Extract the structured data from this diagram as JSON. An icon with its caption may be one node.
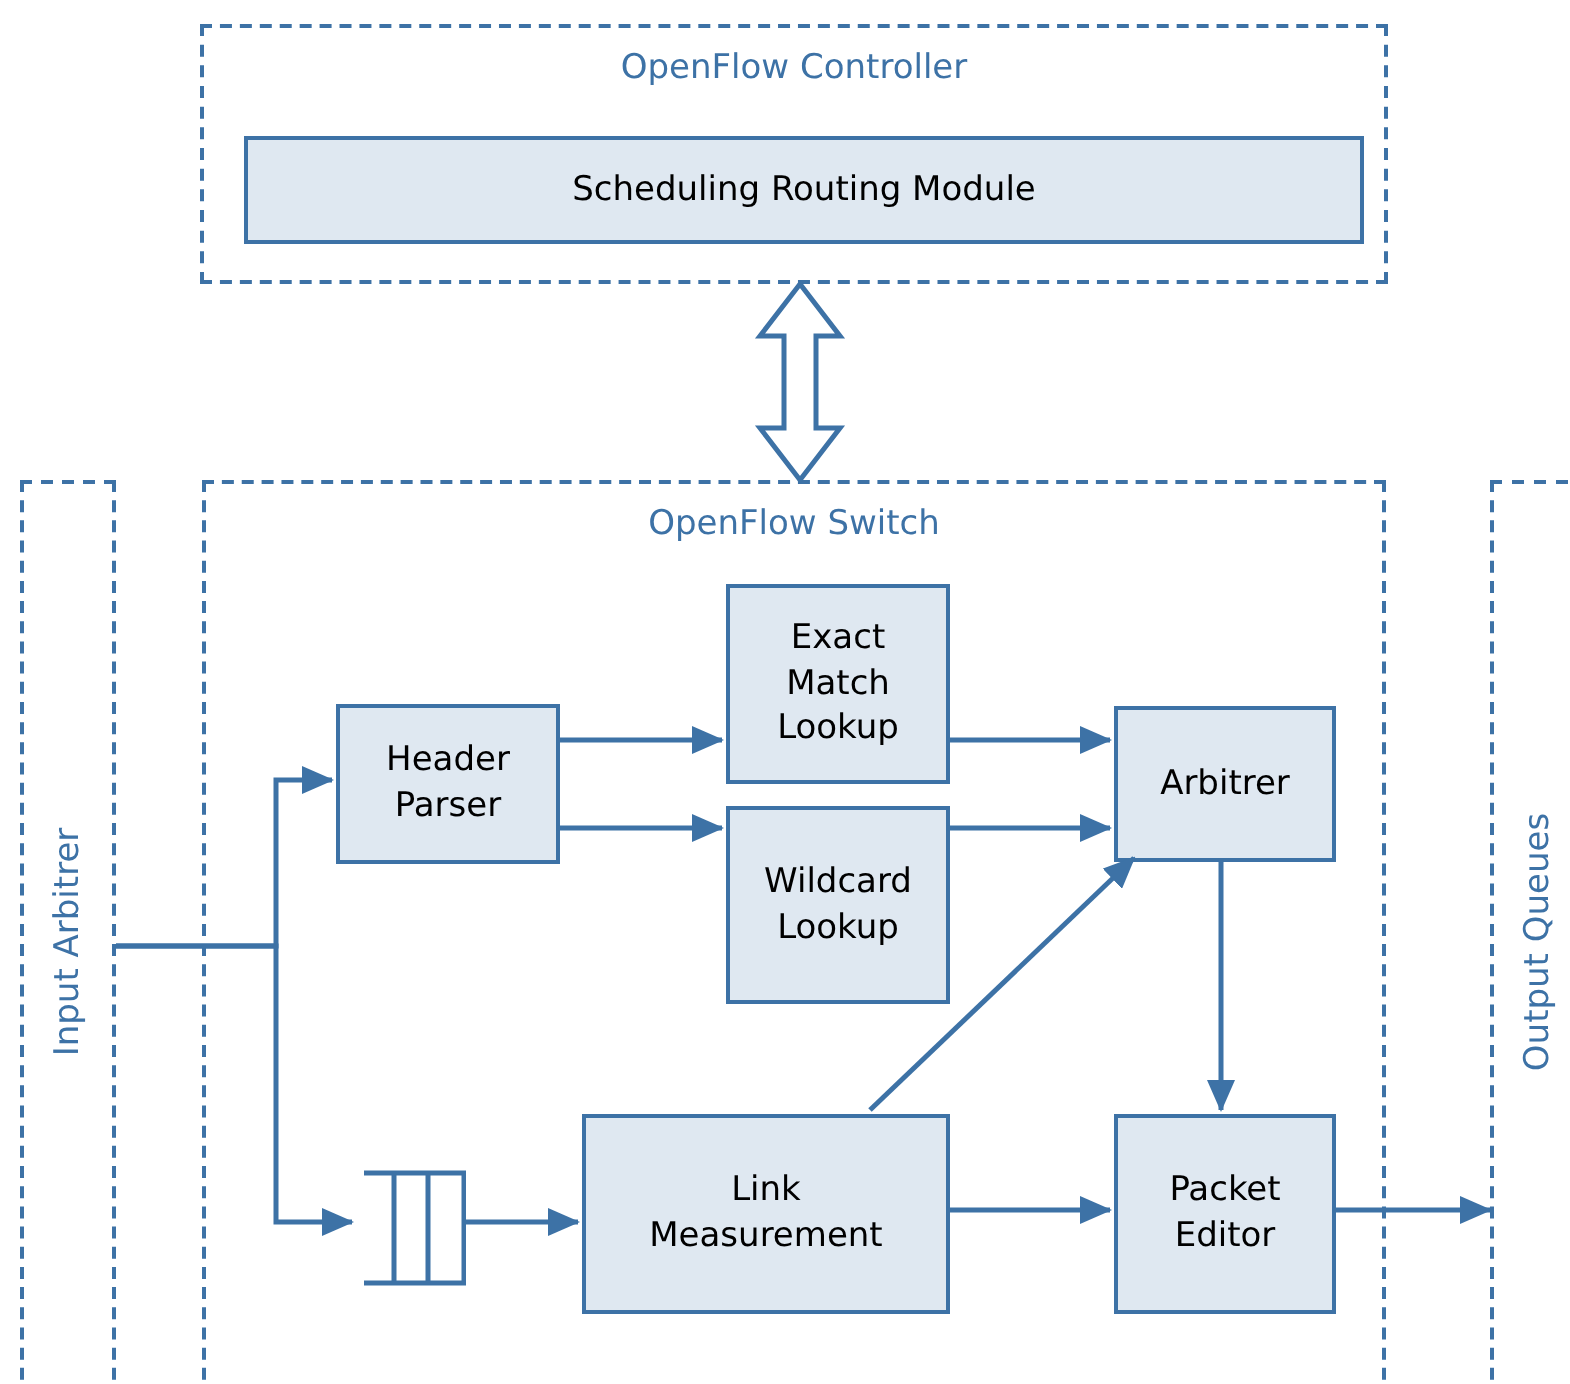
{
  "diagram": {
    "nodes": [
      {
        "text": [
          "OpenFlow Controller"
        ]
      },
      {
        "text": [
          "Scheduling Routing Module"
        ],
        "in": 0
      },
      {
        "text": [
          "Input Arbitrer"
        ]
      },
      {
        "text": [
          "OpenFlow Switch"
        ]
      },
      {
        "text": [
          "Header Parser"
        ],
        "in": 3
      },
      {
        "text": [
          "Exact Match Lookup"
        ],
        "in": 3
      },
      {
        "text": [
          "Wildcard Lookup"
        ],
        "in": 3
      },
      {
        "text": [
          "Arbitrer"
        ],
        "in": 3
      },
      {
        "text": [],
        "shape": "queue",
        "in": 3
      },
      {
        "text": [
          "Link Measurement"
        ],
        "in": 3
      },
      {
        "text": [
          "Packet Editor"
        ],
        "in": 3
      },
      {
        "text": [
          "Output Queues"
        ]
      }
    ],
    "edges": [
      {
        "from": 0,
        "to": 3,
        "arrow": "both",
        "style": "thick"
      },
      {
        "from": 2,
        "to": 4,
        "arrow": "to"
      },
      {
        "from": 2,
        "to": 8,
        "arrow": "to"
      },
      {
        "from": 4,
        "to": 5,
        "arrow": "to"
      },
      {
        "from": 4,
        "to": 6,
        "arrow": "to"
      },
      {
        "from": 5,
        "to": 7,
        "arrow": "to"
      },
      {
        "from": 6,
        "to": 7,
        "arrow": "to"
      },
      {
        "from": 9,
        "to": 7,
        "arrow": "to"
      },
      {
        "from": 8,
        "to": 9,
        "arrow": "to"
      },
      {
        "from": 9,
        "to": 10,
        "arrow": "to"
      },
      {
        "from": 7,
        "to": 10,
        "arrow": "to"
      },
      {
        "from": 10,
        "to": 11,
        "arrow": "to"
      }
    ]
  }
}
